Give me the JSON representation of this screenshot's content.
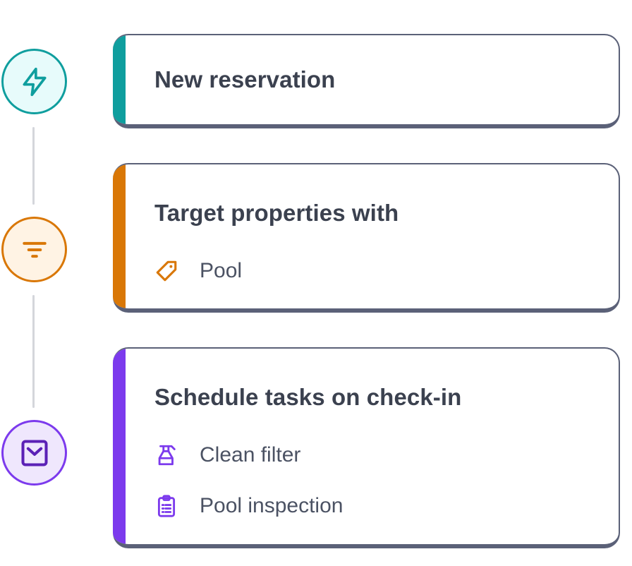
{
  "steps": [
    {
      "icon": "lightning-bolt-icon",
      "accent": "#0f9e9e",
      "title": "New reservation",
      "items": []
    },
    {
      "icon": "filter-icon",
      "accent": "#d97706",
      "title": "Target properties with",
      "items": [
        {
          "icon": "tag-icon",
          "label": "Pool"
        }
      ]
    },
    {
      "icon": "checkbox-icon",
      "accent": "#7c3aed",
      "title": "Schedule tasks on check-in",
      "items": [
        {
          "icon": "spray-bottle-icon",
          "label": "Clean filter"
        },
        {
          "icon": "clipboard-list-icon",
          "label": "Pool inspection"
        }
      ]
    }
  ]
}
